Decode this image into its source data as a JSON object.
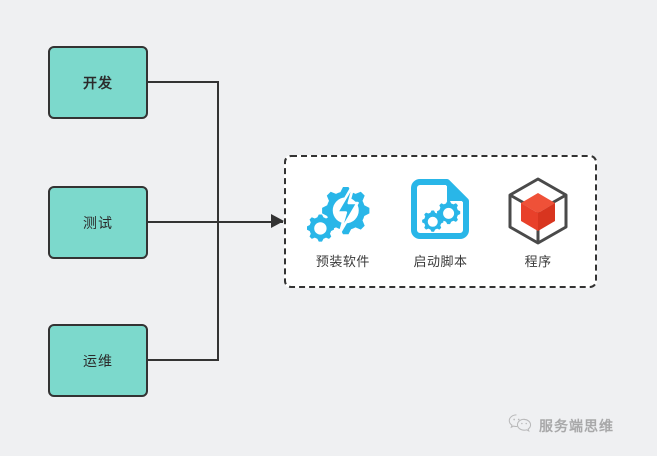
{
  "diagram": {
    "background_color": "#eff0f2",
    "roles": [
      {
        "id": "dev",
        "label": "开发",
        "bold": true
      },
      {
        "id": "test",
        "label": "测试",
        "bold": false
      },
      {
        "id": "ops",
        "label": "运维",
        "bold": false
      }
    ],
    "role_box_color": "#7cd9cc",
    "role_border_color": "#333333",
    "connector_color": "#333333",
    "artifact_group": {
      "border_style": "dashed",
      "fill_color": "#ffffff",
      "items": [
        {
          "id": "preinstalled-software",
          "icon": "gear-lightning-icon",
          "label": "预装软件",
          "color": "#29b6e8"
        },
        {
          "id": "startup-script",
          "icon": "document-gears-icon",
          "label": "启动脚本",
          "color": "#29b6e8"
        },
        {
          "id": "program",
          "icon": "cube-package-icon",
          "label": "程序",
          "color": "#e8402a"
        }
      ]
    },
    "watermark": {
      "icon": "wechat-icon",
      "text": "服务端思维"
    }
  }
}
